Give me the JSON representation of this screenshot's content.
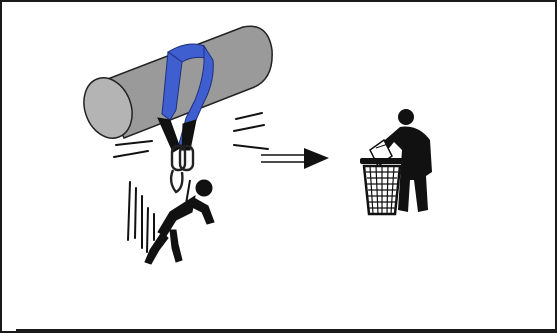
{
  "colors": {
    "frame": "#1a1a1a",
    "pipe_body": "#9a9a9a",
    "pipe_end": "#b4b4b4",
    "strap": "#3f5fd1",
    "strap_dark": "#233a9a",
    "figure": "#111111"
  },
  "icons": {
    "left": "fall-arrest-lanyard-over-pipe",
    "middle": "right-arrow",
    "right": "dispose-in-bin"
  }
}
